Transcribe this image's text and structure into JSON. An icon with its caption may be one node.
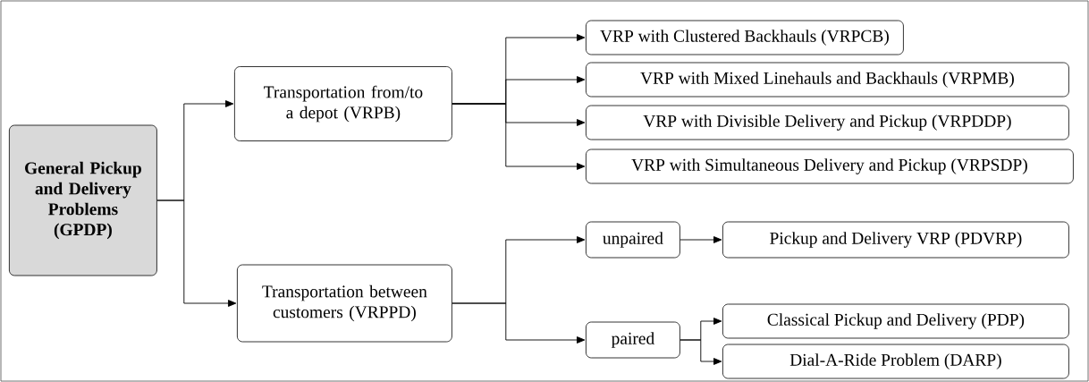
{
  "diagram": {
    "nodes": [
      {
        "text": [
          "General Pickup and Delivery Problems (GPDP)"
        ]
      },
      {
        "text": [
          "Transportation from/to a depot (VRPB)"
        ]
      },
      {
        "text": [
          "VRP with Clustered Backhauls (VRPCB)"
        ]
      },
      {
        "text": [
          "VRP with Mixed Linehauls and Backhauls (VRPMB)"
        ]
      },
      {
        "text": [
          "VRP with Divisible Delivery and Pickup (VRPDDP)"
        ]
      },
      {
        "text": [
          "VRP with Simultaneous Delivery and Pickup (VRPSDP)"
        ]
      },
      {
        "text": [
          "Transportation between customers (VRPPD)"
        ]
      },
      {
        "text": [
          "unpaired"
        ]
      },
      {
        "text": [
          "Pickup and Delivery VRP (PDVRP)"
        ]
      },
      {
        "text": [
          "paired"
        ]
      },
      {
        "text": [
          "Classical Pickup and Delivery (PDP)"
        ]
      },
      {
        "text": [
          "Dial-A-Ride Problem (DARP)"
        ]
      }
    ],
    "edges": [
      {
        "from": 0,
        "to": 1,
        "arrow": "to"
      },
      {
        "from": 0,
        "to": 6,
        "arrow": "to"
      },
      {
        "from": 1,
        "to": 2,
        "arrow": "to"
      },
      {
        "from": 1,
        "to": 3,
        "arrow": "to"
      },
      {
        "from": 1,
        "to": 4,
        "arrow": "to"
      },
      {
        "from": 1,
        "to": 5,
        "arrow": "to"
      },
      {
        "from": 6,
        "to": 7,
        "arrow": "to"
      },
      {
        "from": 6,
        "to": 9,
        "arrow": "to"
      },
      {
        "from": 7,
        "to": 8,
        "arrow": "to"
      },
      {
        "from": 9,
        "to": 10,
        "arrow": "to"
      },
      {
        "from": 9,
        "to": 11,
        "arrow": "to"
      }
    ]
  }
}
